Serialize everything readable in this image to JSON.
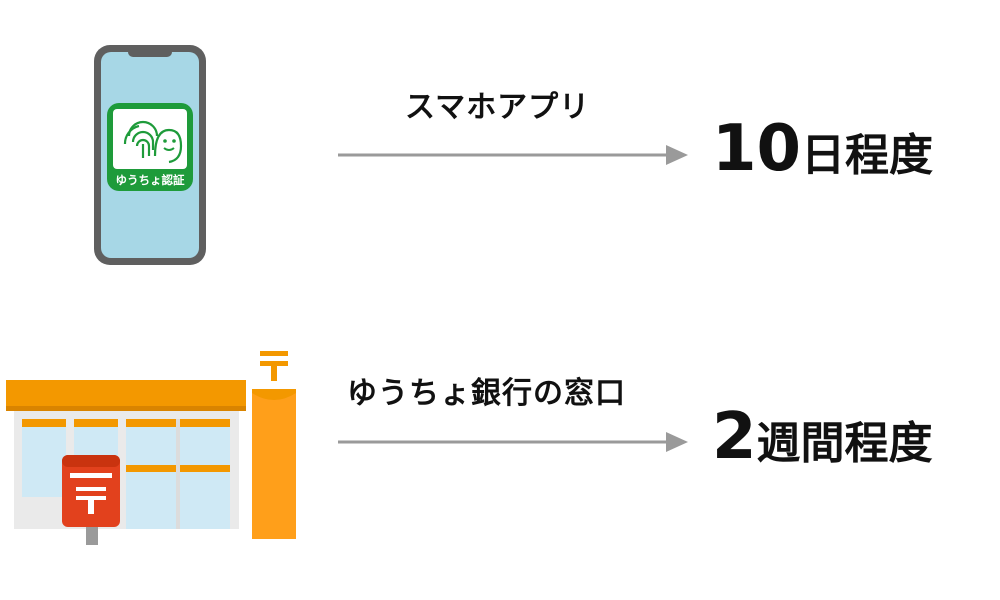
{
  "rows": [
    {
      "method": "スマホアプリ",
      "duration_number": "10",
      "duration_unit": "日程度",
      "app_icon_label": "ゆうちょ認証"
    },
    {
      "method": "ゆうちょ銀行の窓口",
      "duration_number": "2",
      "duration_unit": "週間程度"
    }
  ],
  "colors": {
    "arrow": "#9a9a9a",
    "phone_body": "#5f5f5f",
    "phone_screen": "#a7d7e6",
    "app_green": "#1e9b3a",
    "post_orange": "#f39800",
    "post_red": "#e2411d"
  },
  "icons": [
    "smartphone-icon",
    "app-icon",
    "post-office-icon",
    "mailbox-icon"
  ]
}
